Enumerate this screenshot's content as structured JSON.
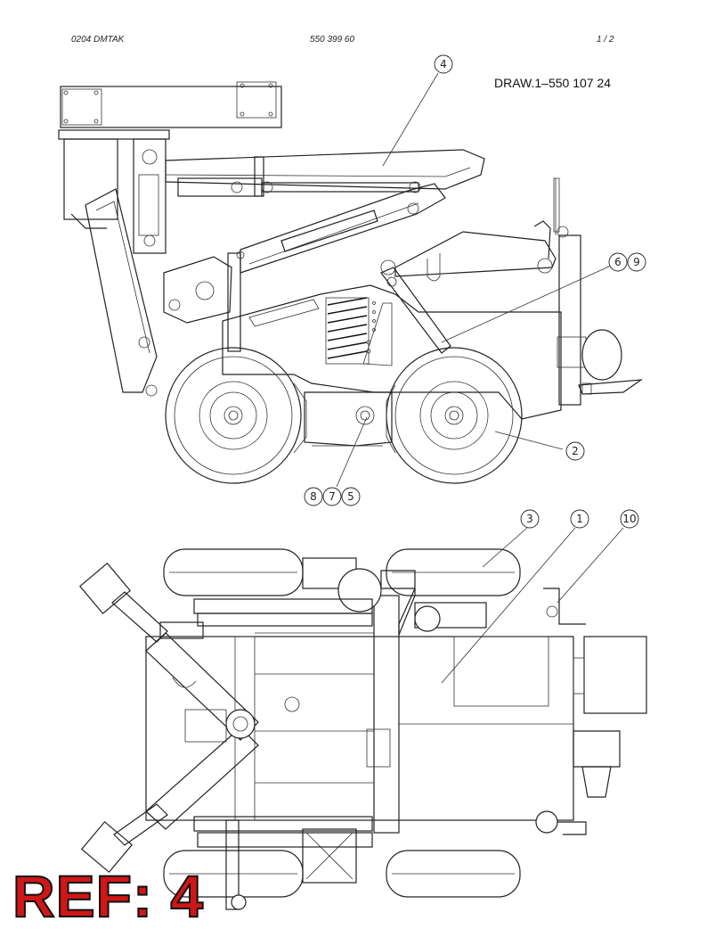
{
  "header": {
    "left": "0204   DMTAK",
    "center": "550 399 60",
    "right": "1  /  2"
  },
  "drawing_number": "DRAW.1–550 107 24",
  "callouts": {
    "c4": "4",
    "c6": "6",
    "c9": "9",
    "c2": "2",
    "c8": "8",
    "c7": "7",
    "c5": "5",
    "c3": "3",
    "c1": "1",
    "c10": "10"
  },
  "stamp": "REF: 4"
}
